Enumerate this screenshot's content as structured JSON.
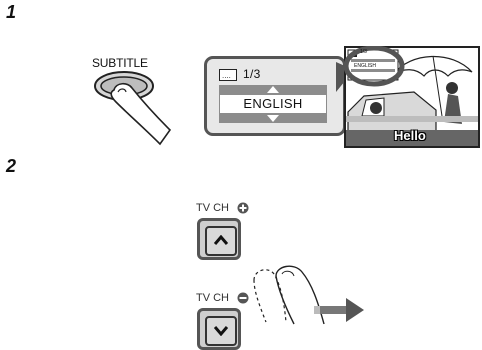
{
  "steps": {
    "step1_number": "1",
    "step2_number": "2"
  },
  "step1": {
    "subtitle_button_label": "SUBTITLE",
    "osd": {
      "track_indicator": "1/3",
      "language": "ENGLISH",
      "icon": "subtitle-icon"
    },
    "tv_scene": {
      "mini_track": "1/3",
      "mini_language": "ENGLISH",
      "subtitle_text": "Hello"
    }
  },
  "step2": {
    "tv_ch_up_label": "TV CH",
    "tv_ch_down_label": "TV CH",
    "up_icon": "chevron-up-icon",
    "down_icon": "chevron-down-icon",
    "plus_icon": "plus-circle-icon",
    "minus_icon": "minus-circle-icon",
    "arrow_icon": "arrow-right-icon"
  },
  "colors": {
    "frame_gray": "#555555",
    "panel_gray": "#e8e8e8",
    "bar_gray": "#8c8c8c"
  }
}
